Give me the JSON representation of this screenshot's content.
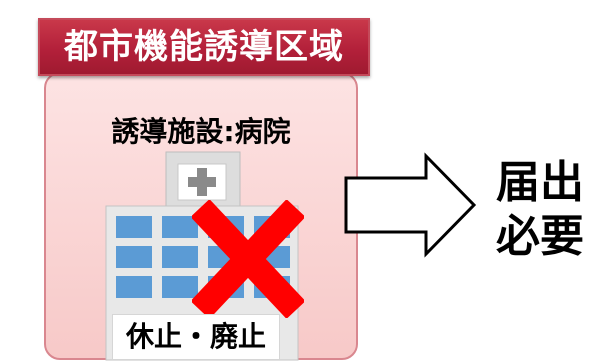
{
  "zone": {
    "title": "都市機能誘導区域"
  },
  "facility": {
    "label": "誘導施設:病院",
    "status": "休止・廃止",
    "icon": "hospital-icon"
  },
  "result": {
    "line1": "届出",
    "line2": "必要"
  },
  "colors": {
    "title_bg": "#b3203a",
    "zone_bg": "#f7c9c8",
    "cross": "#ff0000",
    "window": "#5b9bd5"
  }
}
